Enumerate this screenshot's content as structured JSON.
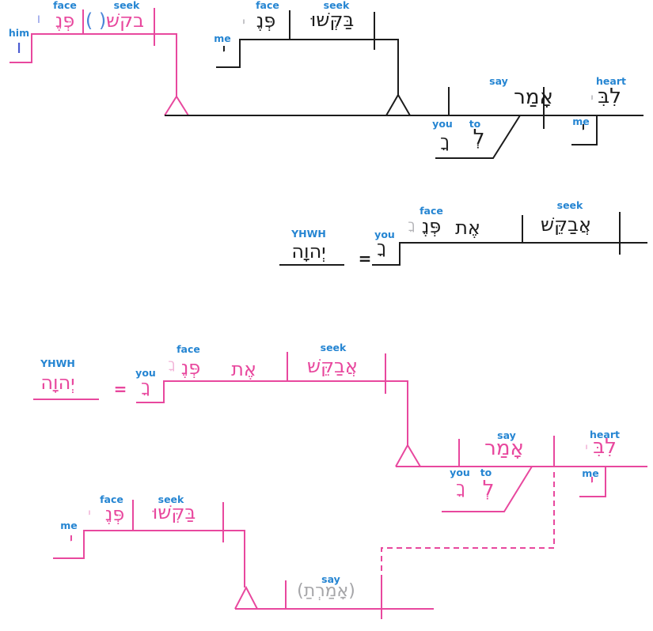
{
  "colors": {
    "label_blue": "#2585d2",
    "line_pink": "#e8489e",
    "line_black": "#1c1c1c",
    "ghost_gray": "#b4b4b8",
    "ghost_light_pink": "#f2b4d8",
    "ghost_indigo": "#96a2ea",
    "pronoun_indigo": "#4b5cd1",
    "paren_blue": "#4a86d8",
    "elided_gray": "#a5a5a8"
  },
  "d1": {
    "clause_a": {
      "face_label": "face",
      "seek_label": "seek",
      "ghost": "ו",
      "face_word": "פְּנֶ",
      "parens": "( )",
      "seek_word": "בקשׁ",
      "him_label": "him",
      "him_word": "ו"
    },
    "clause_b": {
      "me_label": "me",
      "me_word": "י",
      "ghost": "י",
      "face_label": "face",
      "face_word": "פְּנֶ",
      "seek_label": "seek",
      "seek_word": "בַּקְּשׁוּ"
    },
    "main": {
      "say_label": "say",
      "say_word": "אָמַר",
      "you_label": "you",
      "you_word": "ךָ",
      "to_label": "to",
      "to_word": "לְ",
      "heart_label": "heart",
      "heart_ghost": "י",
      "heart_word": "לִבִּ",
      "me_label": "me",
      "me_word": "י"
    }
  },
  "d2": {
    "yhwh_label": "YHWH",
    "yhwh_word": "יְהוָה",
    "equals": "=",
    "you_label": "you",
    "you_word": "ךָ",
    "ghost": "ךָ",
    "face_label": "face",
    "face_word": "פְּנֶ",
    "et_word": "אֶת",
    "seek_label": "seek",
    "seek_word": "אֲבַקֵּשׁ"
  },
  "d3": {
    "pred": {
      "yhwh_label": "YHWH",
      "yhwh_word": "יְהוָה",
      "equals": "=",
      "you_label": "you",
      "you_word": "ךָ",
      "ghost": "ךָ",
      "face_label": "face",
      "face_word": "פְּנֶ",
      "et_word": "אֶת",
      "seek_label": "seek",
      "seek_word": "אֲבַקֵּשׁ"
    },
    "main": {
      "say_label": "say",
      "say_word": "אָמַר",
      "you_label": "you",
      "you_word": "ךָ",
      "to_label": "to",
      "to_word": "לְ",
      "heart_label": "heart",
      "heart_ghost": "י",
      "heart_word": "לִבִּ",
      "me_label": "me",
      "me_word": "י"
    },
    "clause_b": {
      "me_label": "me",
      "me_word": "י",
      "ghost": "י",
      "face_label": "face",
      "face_word": "פְּנֶ",
      "seek_label": "seek",
      "seek_word": "בַּקְּשׁוּ"
    },
    "elided": {
      "say_label": "say",
      "say_word": "(אָמַרְתַ)"
    }
  }
}
